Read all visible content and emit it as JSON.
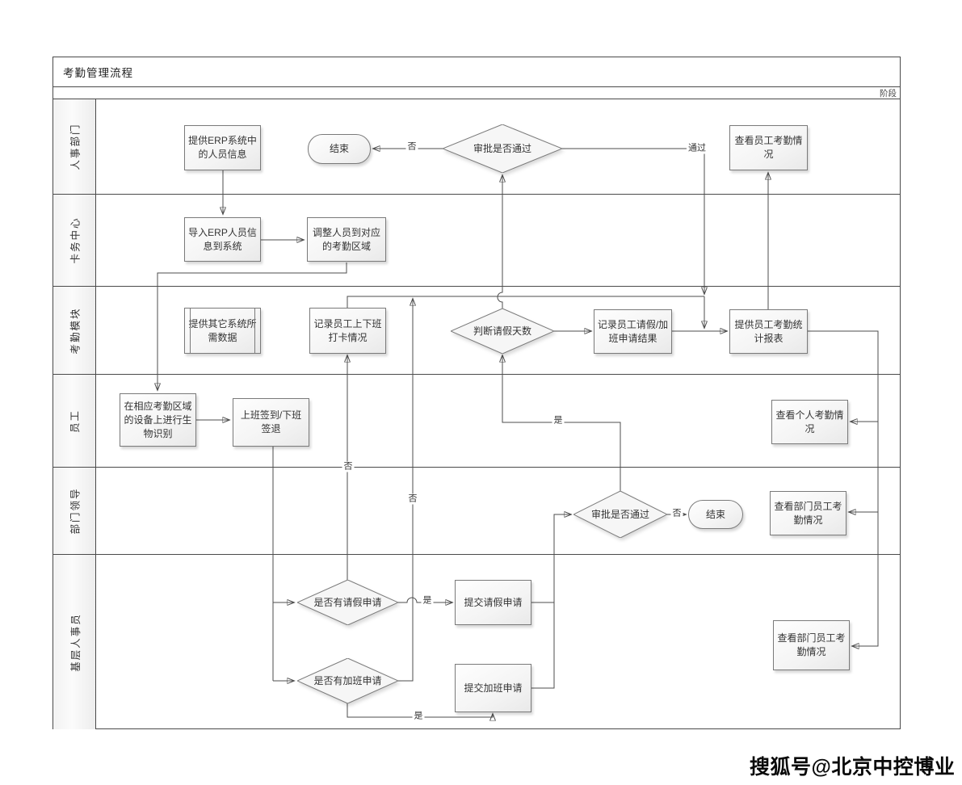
{
  "title": "考勤管理流程",
  "stage_label": "阶段",
  "watermark": "搜狐号@北京中控博业",
  "lanes": [
    {
      "label": "人事部门"
    },
    {
      "label": "卡务中心"
    },
    {
      "label": "考勤模块"
    },
    {
      "label": "员工"
    },
    {
      "label": "部门领导"
    },
    {
      "label": "基层人事员"
    }
  ],
  "nodes": {
    "provide_erp": {
      "type": "process",
      "label": "提供ERP系统中的人员信息"
    },
    "end_hr": {
      "type": "terminator",
      "label": "结束"
    },
    "hr_approve": {
      "type": "decision",
      "label": "审批是否通过"
    },
    "view_emp_attendance": {
      "type": "process",
      "label": "查看员工考勤情况"
    },
    "import_erp": {
      "type": "process",
      "label": "导入ERP人员信息到系统"
    },
    "adjust_area": {
      "type": "process",
      "label": "调整人员到对应的考勤区域"
    },
    "other_sys_data": {
      "type": "predefined",
      "label": "提供其它系统所需数据"
    },
    "record_punch": {
      "type": "process",
      "label": "记录员工上下班打卡情况"
    },
    "judge_days": {
      "type": "decision",
      "label": "判断请假天数"
    },
    "record_apply_result": {
      "type": "process",
      "label": "记录员工请假/加班申请结果"
    },
    "provide_report": {
      "type": "process",
      "label": "提供员工考勤统计报表"
    },
    "biometric": {
      "type": "process",
      "label": "在相应考勤区域的设备上进行生物识别"
    },
    "sign_in_out": {
      "type": "process",
      "label": "上班签到/下班签退"
    },
    "view_personal": {
      "type": "process",
      "label": "查看个人考勤情况"
    },
    "leader_approve": {
      "type": "decision",
      "label": "审批是否通过"
    },
    "end_leader": {
      "type": "terminator",
      "label": "结束"
    },
    "view_dept_leader": {
      "type": "process",
      "label": "查看部门员工考勤情况"
    },
    "has_leave_apply": {
      "type": "decision",
      "label": "是否有请假申请"
    },
    "submit_leave": {
      "type": "process",
      "label": "提交请假申请"
    },
    "has_ot_apply": {
      "type": "decision",
      "label": "是否有加班申请"
    },
    "submit_ot": {
      "type": "process",
      "label": "提交加班申请"
    },
    "view_dept_hr": {
      "type": "process",
      "label": "查看部门员工考勤情况"
    }
  },
  "edge_labels": {
    "hr_no": "否",
    "hr_pass": "通过",
    "leave_no": "否",
    "ot_no": "否",
    "leader_yes": "是",
    "leave_yes": "是",
    "leader_no": "否",
    "ot_yes": "是"
  },
  "colors": {
    "line": "#4d4d4d",
    "shape_border": "#7a7a7a"
  }
}
